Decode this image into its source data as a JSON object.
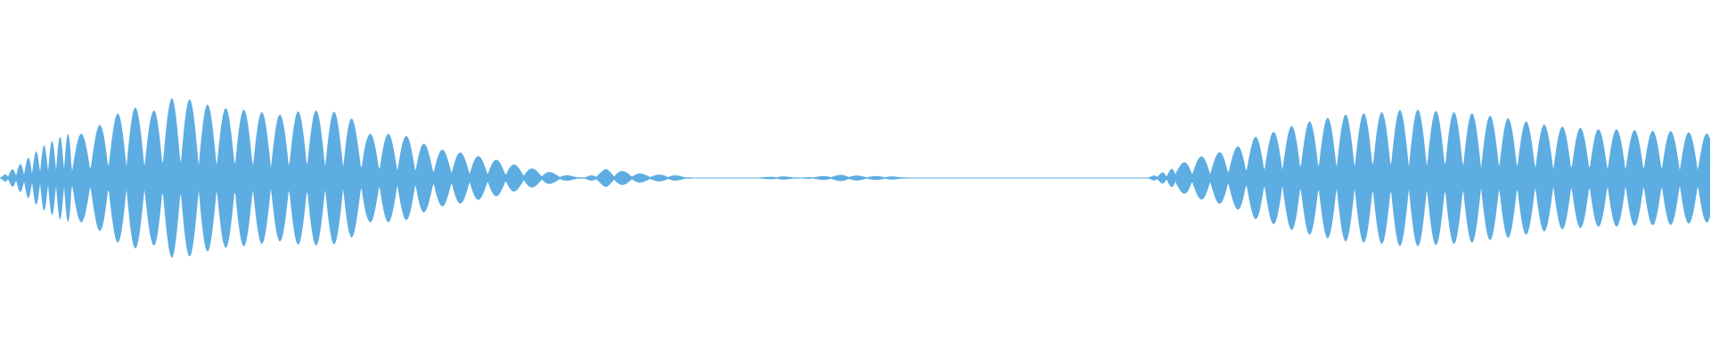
{
  "waveform": {
    "color": "#5dade2",
    "background": "#ffffff",
    "envelope": [
      0.0,
      0.1,
      0.22,
      0.3,
      0.3,
      0.4,
      0.49,
      0.45,
      0.55,
      0.53,
      0.48,
      0.47,
      0.45,
      0.43,
      0.46,
      0.46,
      0.44,
      0.3,
      0.3,
      0.28,
      0.2,
      0.18,
      0.15,
      0.12,
      0.08,
      0.05,
      0.02,
      0.0,
      0.06,
      0.04,
      0.02,
      0.02,
      0.0,
      0.0,
      0.0,
      0.0,
      0.01,
      0.0,
      0.01,
      0.02,
      0.01,
      0.01,
      0.0,
      0.0,
      0.0,
      0.0,
      0.0,
      0.0,
      0.0,
      0.0,
      0.0,
      0.0,
      0.0,
      0.0,
      0.05,
      0.13,
      0.16,
      0.2,
      0.28,
      0.32,
      0.37,
      0.4,
      0.43,
      0.44,
      0.45,
      0.47,
      0.46,
      0.45,
      0.44,
      0.42,
      0.4,
      0.37,
      0.35,
      0.34,
      0.33,
      0.33,
      0.32,
      0.32,
      0.31,
      0.3
    ]
  }
}
